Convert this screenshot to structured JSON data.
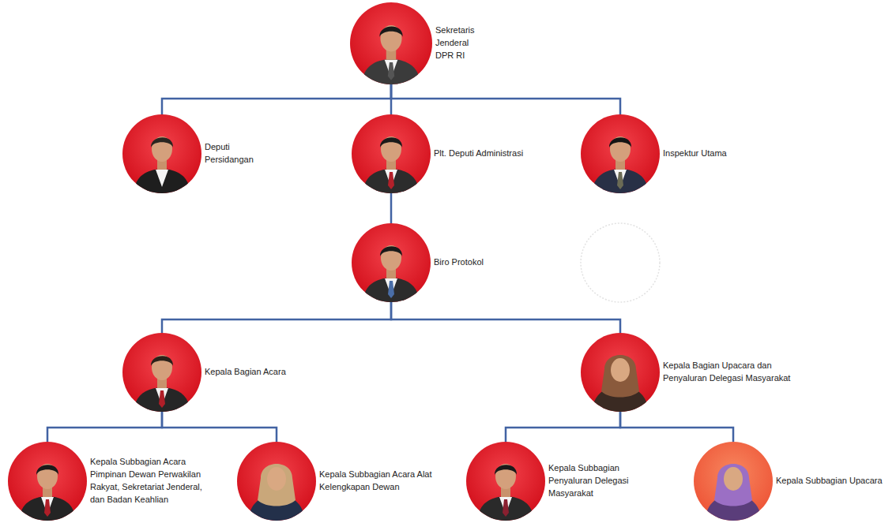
{
  "diagram": {
    "nodes": [
      {
        "text": [
          "Sekretaris Jenderal DPR RI"
        ]
      },
      {
        "text": [
          "Deputi Persidangan"
        ]
      },
      {
        "text": [
          "Plt. Deputi Administrasi"
        ]
      },
      {
        "text": [
          "Inspektur Utama"
        ]
      },
      {
        "text": [
          "Biro Protokol"
        ]
      },
      {
        "text": [
          "Kepala Bagian Acara"
        ]
      },
      {
        "text": [
          "Kepala Bagian Upacara dan Penyaluran Delegasi Masyarakat"
        ]
      },
      {
        "text": [
          "Kepala Subbagian Acara Pimpinan Dewan Perwakilan Rakyat, Sekretariat Jenderal, dan Badan Keahlian"
        ]
      },
      {
        "text": [
          "Kepala Subbagian Acara Alat Kelengkapan Dewan"
        ]
      },
      {
        "text": [
          "Kepala Subbagian Penyaluran Delegasi Masyarakat"
        ]
      },
      {
        "text": [
          "Kepala Subbagian Upacara"
        ]
      }
    ],
    "edges": [
      {
        "from": 0,
        "to": 1,
        "arrow": "none"
      },
      {
        "from": 0,
        "to": 2,
        "arrow": "none"
      },
      {
        "from": 0,
        "to": 3,
        "arrow": "none"
      },
      {
        "from": 2,
        "to": 4,
        "arrow": "none"
      },
      {
        "from": 4,
        "to": 5,
        "arrow": "none"
      },
      {
        "from": 4,
        "to": 6,
        "arrow": "none"
      },
      {
        "from": 5,
        "to": 7,
        "arrow": "none"
      },
      {
        "from": 5,
        "to": 8,
        "arrow": "none"
      },
      {
        "from": 6,
        "to": 9,
        "arrow": "none"
      },
      {
        "from": 6,
        "to": 10,
        "arrow": "none"
      }
    ]
  }
}
